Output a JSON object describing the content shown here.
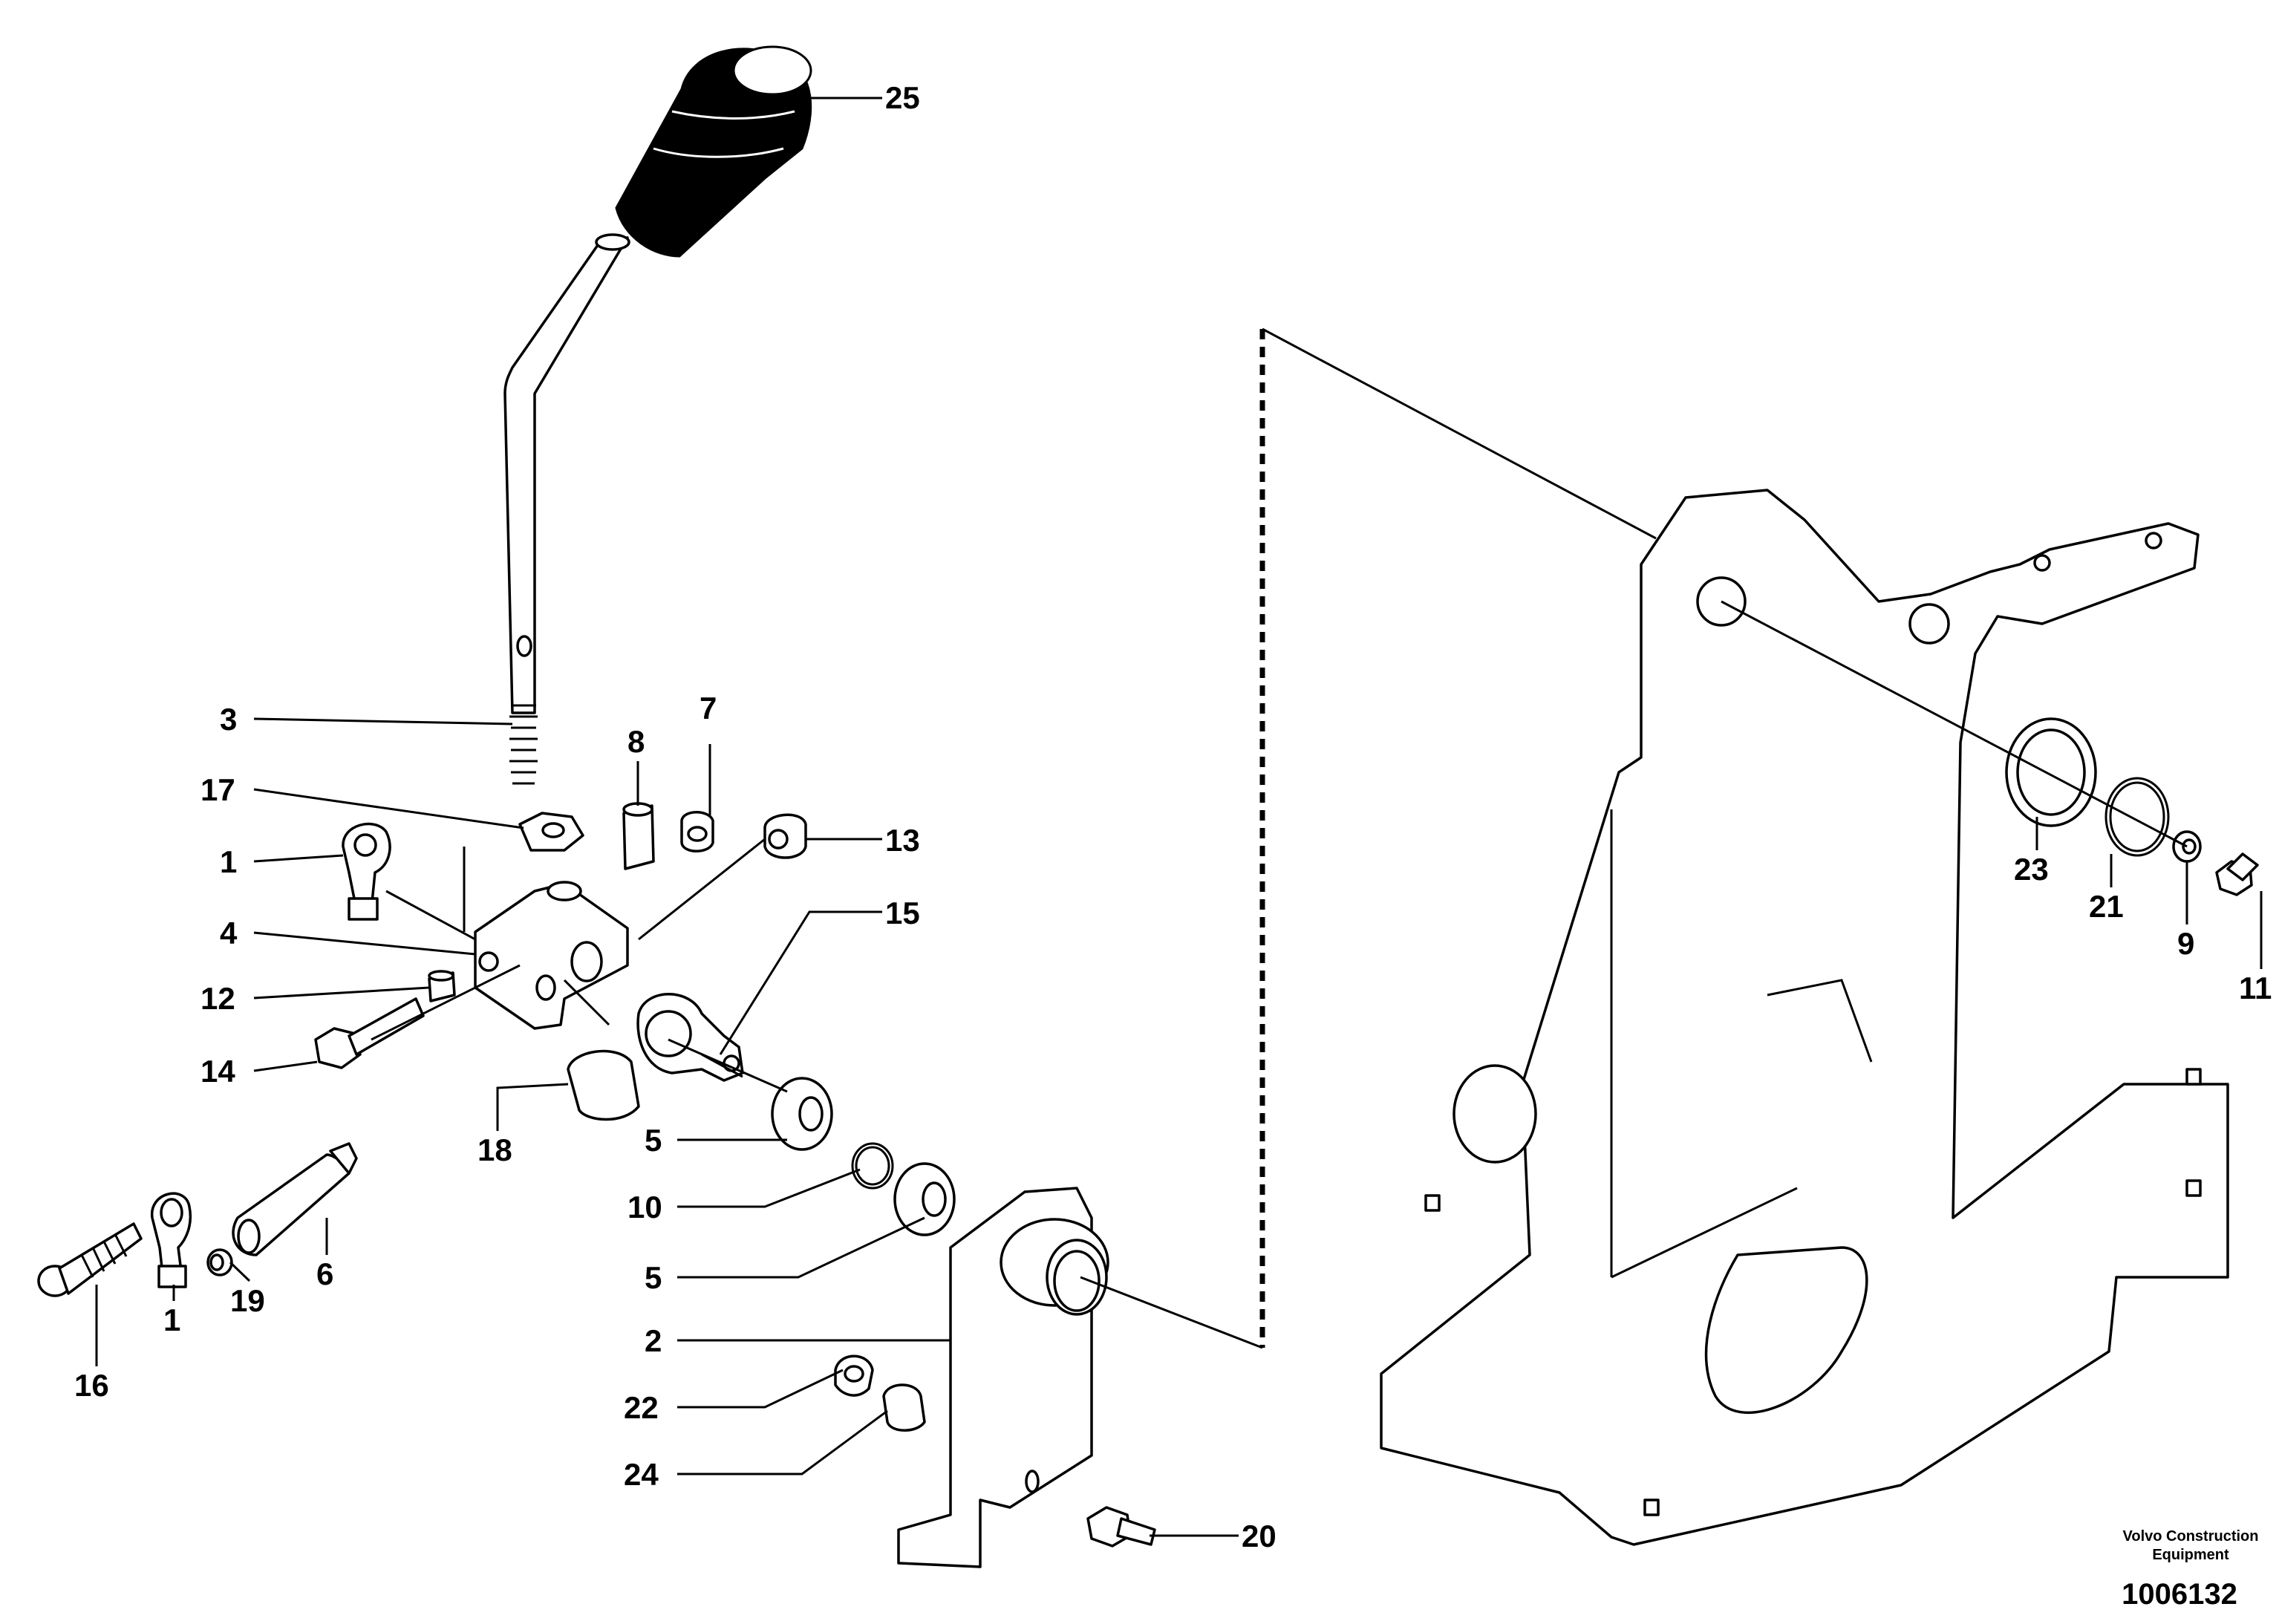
{
  "diagram": {
    "callouts": [
      "25",
      "3",
      "17",
      "1",
      "4",
      "12",
      "14",
      "8",
      "7",
      "13",
      "15",
      "18",
      "5",
      "10",
      "5",
      "6",
      "19",
      "16",
      "1",
      "2",
      "22",
      "24",
      "20",
      "23",
      "21",
      "9",
      "11"
    ],
    "brand_line1": "Volvo Construction",
    "brand_line2": "Equipment",
    "drawing_number": "1006132"
  }
}
